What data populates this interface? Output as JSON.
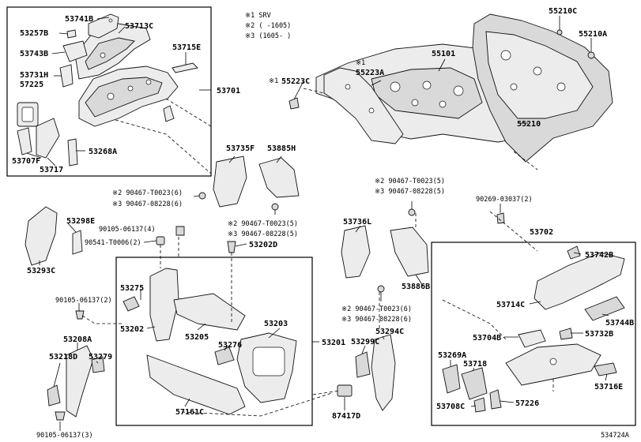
{
  "notes": {
    "n1": "※1 SRV",
    "n2": "※2 (     -1605)",
    "n3": "※3 (1605-     )"
  },
  "labels": {
    "p53741B": "53741B",
    "p53713C": "53713C",
    "p53257B": "53257B",
    "p53743B": "53743B",
    "p53715E": "53715E",
    "p53731H": "53731H",
    "p57225": "57225",
    "p53701": "53701",
    "p53707F": "53707F",
    "p53717": "53717",
    "p53268A": "53268A",
    "p55223C": "55223C",
    "p55223C_mark": "※1",
    "p55223A": "55223A",
    "p55223A_mark": "※1",
    "p55101": "55101",
    "p55210C": "55210C",
    "p55210A": "55210A",
    "p55210": "55210",
    "p53735F": "53735F",
    "p53885H": "53885H",
    "p90467_t0023_6a": "※2 90467-T0023(6)",
    "p90467_08228_6a": "※3 90467-08228(6)",
    "p90467_t0023_5a": "※2 90467-T0023(5)",
    "p90467_08228_5a": "※3 90467-08228(5)",
    "p90467_t0023_5b": "※2 90467-T0023(5)",
    "p90467_08228_5b": "※3 90467-08228(5)",
    "p90269": "90269-03037(2)",
    "p53298E": "53298E",
    "p90105_4": "90105-06137(4)",
    "p90541": "90541-T0006(2)",
    "p53202D": "53202D",
    "p53293C": "53293C",
    "p53736L": "53736L",
    "p53702": "53702",
    "p53742B": "53742B",
    "p53275": "53275",
    "p53886B": "53886B",
    "p90105_2": "90105-06137(2)",
    "p53714C": "53714C",
    "p53744B": "53744B",
    "p90467_t0023_6b": "※2 90467-T0023(6)",
    "p90467_08228_6b": "※3 90467-08228(6)",
    "p53202": "53202",
    "p53203": "53203",
    "p53205": "53205",
    "p53201": "53201",
    "p53294C": "53294C",
    "p53704B": "53704B",
    "p53732B": "53732B",
    "p53208A": "53208A",
    "p53276": "53276",
    "p53299C": "53299C",
    "p53218D": "53218D",
    "p53279": "53279",
    "p53269A": "53269A",
    "p53718": "53718",
    "p53716E": "53716E",
    "p57161C": "57161C",
    "p53708C": "53708C",
    "p57226": "57226",
    "p87417D": "87417D",
    "p90105_3": "90105-06137(3)",
    "code": "534724A"
  }
}
